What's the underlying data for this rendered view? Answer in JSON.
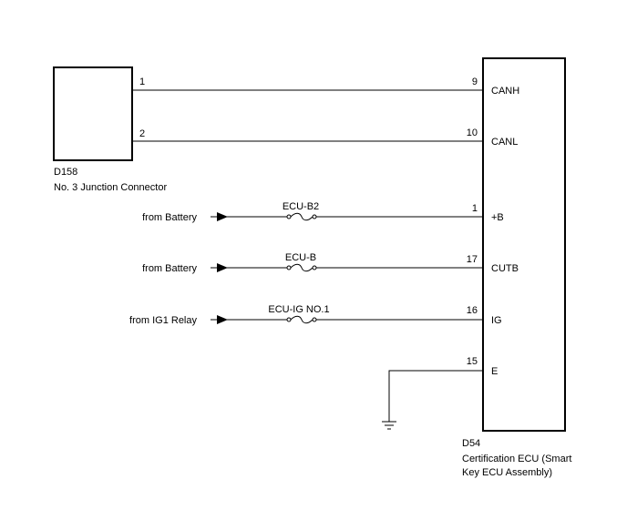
{
  "junction_connector": {
    "code": "D158",
    "name": "No. 3 Junction Connector",
    "pins": [
      "1",
      "2"
    ]
  },
  "ecu": {
    "code": "D54",
    "name_line1": "Certification ECU (Smart",
    "name_line2": "Key ECU Assembly)",
    "terminals": [
      {
        "pin": "9",
        "label": "CANH"
      },
      {
        "pin": "10",
        "label": "CANL"
      },
      {
        "pin": "1",
        "label": "+B"
      },
      {
        "pin": "17",
        "label": "CUTB"
      },
      {
        "pin": "16",
        "label": "IG"
      },
      {
        "pin": "15",
        "label": "E"
      }
    ]
  },
  "supplies": [
    {
      "source": "from Battery",
      "fuse": "ECU-B2"
    },
    {
      "source": "from Battery",
      "fuse": "ECU-B"
    },
    {
      "source": "from IG1 Relay",
      "fuse": "ECU-IG NO.1"
    }
  ],
  "ground": {
    "symbol": "ground-icon"
  }
}
